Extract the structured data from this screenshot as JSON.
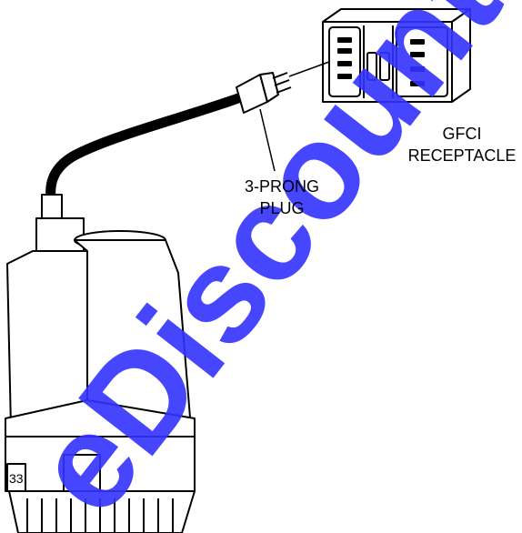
{
  "labels": {
    "receptacle_line1": "GFCI",
    "receptacle_line2": "RECEPTACLE",
    "plug_line1": "3-PRONG",
    "plug_line2": "PLUG",
    "pump_badge": "33"
  },
  "watermark": {
    "text": "eDiscount.ca",
    "color": "#3333ff"
  }
}
